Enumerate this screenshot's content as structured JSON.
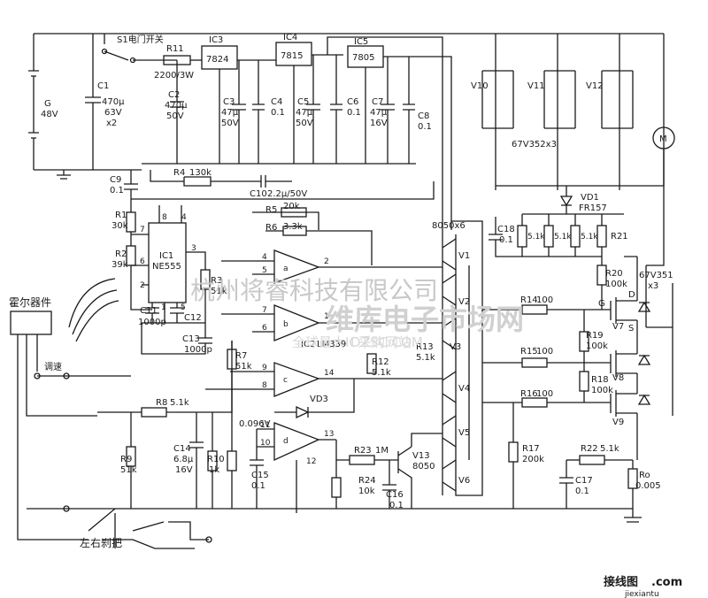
{
  "labels": {
    "s1": "S1电门开关",
    "g": "G",
    "g_v": "48V",
    "c1": "C1",
    "c1_v1": "470μ",
    "c1_v2": "63V",
    "c1_v3": "x2",
    "r11": "R11",
    "r11_v": "2200/3W",
    "c2": "C2",
    "c2_v1": "470μ",
    "c2_v2": "50V",
    "ic3": "IC3",
    "ic3_v": "7824",
    "c3": "C3",
    "c3_v1": "47μ",
    "c3_v2": "50V",
    "c4": "C4",
    "c4_v": "0.1",
    "ic4": "IC4",
    "ic4_v": "7815",
    "c5": "C5",
    "c5_v1": "47μ",
    "c5_v2": "50V",
    "c6": "C6",
    "c6_v": "0.1",
    "ic5": "IC5",
    "ic5_v": "7805",
    "c7": "C7",
    "c7_v1": "47μ",
    "c7_v2": "16V",
    "c8": "C8",
    "c8_v": "0.1",
    "r4": "R4",
    "r4_v": "130k",
    "c9": "C9",
    "c9_v": "0.1",
    "c10": "C10",
    "c10_v": "2.2μ/50V",
    "r5": "R5",
    "r5_v": "20k",
    "r6": "R6",
    "r6_v": "3.3k",
    "r1": "R1",
    "r1_v": "30k",
    "r2": "R2",
    "r2_v": "39k",
    "ic1": "IC1",
    "ic1_v": "NE555",
    "pin8": "8",
    "pin4": "4",
    "pin7": "7",
    "pin6": "6",
    "pin2": "2",
    "pin3": "3",
    "pin1": "1",
    "pin5": "5",
    "r3": "R3",
    "r3_v": "51k",
    "c11": "C11",
    "c11_v": "1000p",
    "c12": "C12",
    "c13": "C13",
    "c13_v": "1000p",
    "hall": "霍尔器件",
    "speed": "调速",
    "opa_in1": "4",
    "opa_in2": "5",
    "opa_out": "2",
    "opb_in1": "7",
    "opb_in2": "6",
    "opb_out": "1",
    "ic2": "IC2",
    "ic2_v": "LM339",
    "opc_in1": "9",
    "opc_in2": "8",
    "opc_out": "14",
    "opd_in1": "11",
    "opd_in2": "10",
    "opd_out": "13",
    "opd_pin12": "12",
    "r7": "R7",
    "r7_v": "51k",
    "r8": "R8",
    "r8_v": "5.1k",
    "vd3": "VD3",
    "r12": "R12",
    "r12_v": "5.1k",
    "r13": "R13",
    "r13_v": "5.1k",
    "r9": "R9",
    "r9_v": "51k",
    "c14": "C14",
    "c14_v1": "6.8μ",
    "c14_v2": "16V",
    "r10": "R10",
    "r10_v": "1k",
    "v096": "0.096V",
    "c15": "C15",
    "c15_v": "0.1",
    "r23": "R23",
    "r23_v": "1M",
    "r24": "R24",
    "r24_v": "10k",
    "c16": "C16",
    "c16_v": "0.1",
    "v13": "V13",
    "v13_v": "8050",
    "trans_set": "8050x6",
    "v1": "V1",
    "v2": "V2",
    "v3": "V3",
    "v4": "V4",
    "v5": "V5",
    "v6": "V6",
    "lr_brake": "左右刹把",
    "v10": "V10",
    "v11": "V11",
    "v12": "V12",
    "diodes_v": "67V352x3",
    "vd1": "VD1",
    "vd1_v": "FR157",
    "c18": "C18",
    "c18_v": "0.1",
    "r51a": "5.1k",
    "r51b": "5.1k",
    "r51c": "5.1k",
    "r21": "R21",
    "r20": "R20",
    "r20_v": "100k",
    "mos_v": "67V351",
    "mos_x": "x3",
    "r14": "R14",
    "r14_v": "100",
    "r19": "R19",
    "r19_v": "100k",
    "r15": "R15",
    "r15_v": "100",
    "r18": "R18",
    "r18_v": "100k",
    "r16": "R16",
    "r16_v": "100",
    "v7": "V7",
    "v8": "V8",
    "v9": "V9",
    "g_pin": "G",
    "d_pin": "D",
    "s_pin": "S",
    "r17": "R17",
    "r17_v": "200k",
    "r22": "R22",
    "r22_v": "5.1k",
    "c17": "C17",
    "c17_v": "0.1",
    "ro": "Ro",
    "ro_v": "0.005",
    "motor": "M",
    "pin_a": "a",
    "pin_b": "b",
    "pin_c": "c",
    "pin_d": "d"
  },
  "watermark": {
    "company": "杭州将睿科技有限公司",
    "brand": "维库电子市场网",
    "site": "DZSC.COM",
    "slogan": "全球最大IC采购网站",
    "footer_logo": "接线图",
    "footer_com": ".com",
    "footer_url": "jiexiantu"
  }
}
